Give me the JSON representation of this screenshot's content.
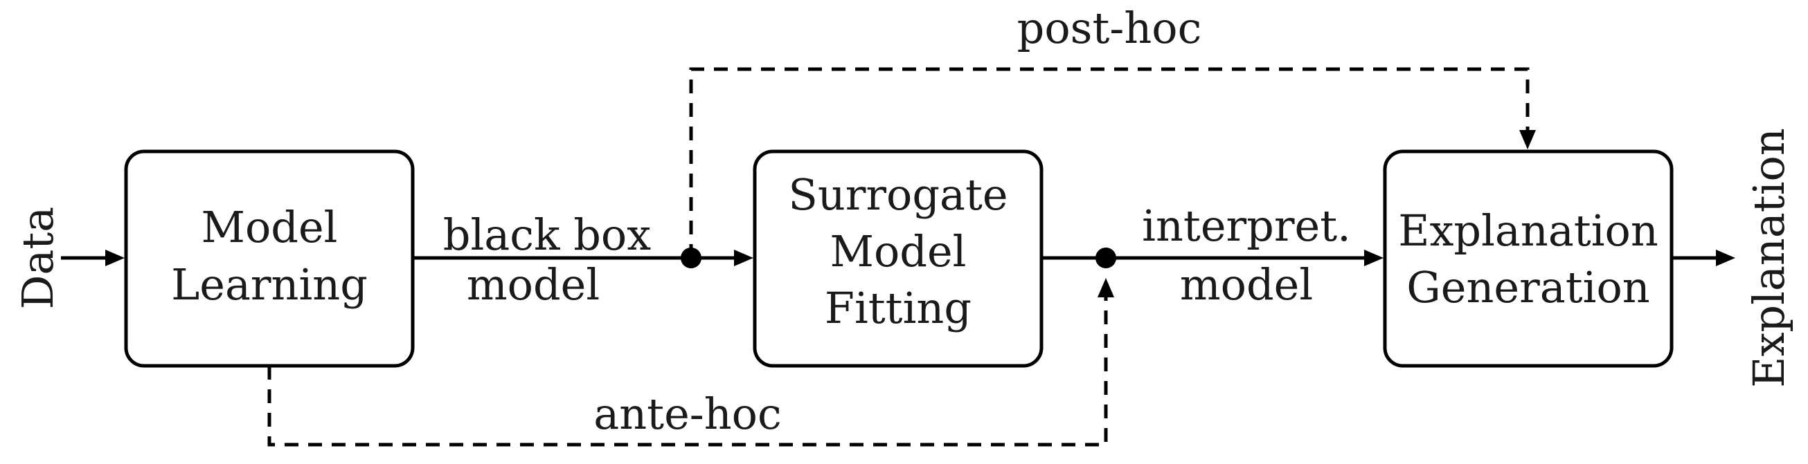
{
  "diagram": {
    "input_label": "Data",
    "output_label": "Explanation",
    "boxes": {
      "model_learning": [
        "Model",
        "Learning"
      ],
      "surrogate": [
        "Surrogate",
        "Model",
        "Fitting"
      ],
      "explanation_generation": [
        "Explanation",
        "Generation"
      ]
    },
    "edge_labels": {
      "black_box": [
        "black box",
        "model"
      ],
      "interpretable": [
        "interpret.",
        "model"
      ],
      "post_hoc": "post-hoc",
      "ante_hoc": "ante-hoc"
    }
  }
}
